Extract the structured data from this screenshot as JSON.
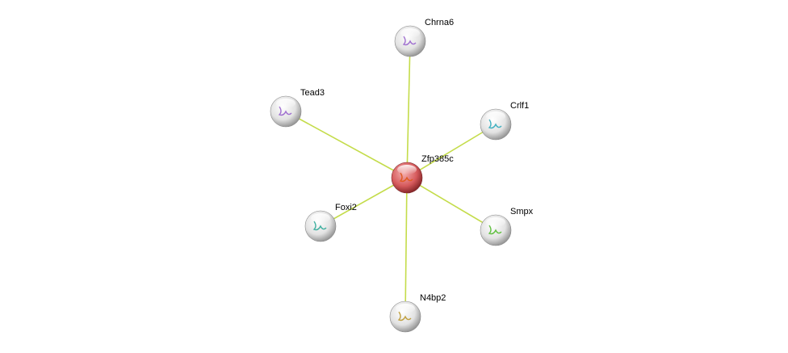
{
  "network": {
    "edge_color": "#c4dc4a",
    "center": {
      "id": "Zfp385c",
      "label": "Zfp385c",
      "color": "#d9565a"
    },
    "nodes": [
      {
        "id": "Chrna6",
        "label": "Chrna6",
        "color": "#e6e6e6",
        "glyph": "#a070d0"
      },
      {
        "id": "Tead3",
        "label": "Tead3",
        "color": "#e6e6e6",
        "glyph": "#a070d0"
      },
      {
        "id": "Crlf1",
        "label": "Crlf1",
        "color": "#e6e6e6",
        "glyph": "#40b0c0"
      },
      {
        "id": "Foxi2",
        "label": "Foxi2",
        "color": "#e6e6e6",
        "glyph": "#40b0a0"
      },
      {
        "id": "Smpx",
        "label": "Smpx",
        "color": "#e6e6e6",
        "glyph": "#60c040"
      },
      {
        "id": "N4bp2",
        "label": "N4bp2",
        "color": "#e6e6e6",
        "glyph": "#c0a040"
      }
    ],
    "edges": [
      [
        "Zfp385c",
        "Chrna6"
      ],
      [
        "Zfp385c",
        "Tead3"
      ],
      [
        "Zfp385c",
        "Crlf1"
      ],
      [
        "Zfp385c",
        "Foxi2"
      ],
      [
        "Zfp385c",
        "Smpx"
      ],
      [
        "Zfp385c",
        "N4bp2"
      ]
    ]
  }
}
